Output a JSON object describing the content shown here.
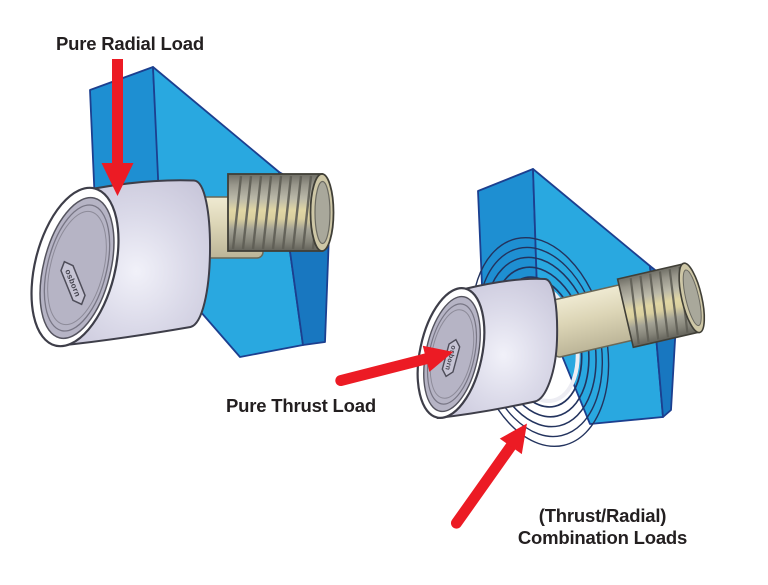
{
  "diagram": {
    "labels": {
      "radial": "Pure Radial Load",
      "thrust": "Pure Thrust Load",
      "combination_line1": "(Thrust/Radial)",
      "combination_line2": "Combination Loads"
    },
    "brand_badge": "osborn",
    "colors": {
      "arrow-red": "#EC1B24",
      "plate-light": "#29A8E0",
      "plate-medium": "#1E8FD2",
      "plate-dark": "#1877C0",
      "plate-outline": "#1C3F8F",
      "bearing-body": "#CBC9DB",
      "bearing-face": "#B6B4C5",
      "bearing-outline": "#3E3E49",
      "stud-tan": "#D9D2B2",
      "thread-gray": "#8F8E85",
      "label-text": "#231F20"
    }
  }
}
